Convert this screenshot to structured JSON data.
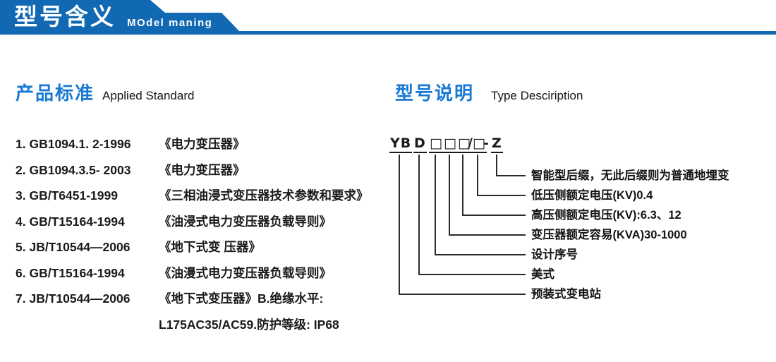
{
  "banner": {
    "title": "型号含义",
    "subtitle": "MOdel maning",
    "color": "#1168b3"
  },
  "left_section": {
    "heading_zh": "产品标准",
    "heading_en": "Applied Standard",
    "heading_color": "#1779d3",
    "items": [
      {
        "code": "1. GB1094.1. 2-1996",
        "title": "《电力变压器》"
      },
      {
        "code": "2. GB1094.3.5- 2003",
        "title": "《电力变压器》"
      },
      {
        "code": "3. GB/T6451-1999",
        "title": "《三相油浸式变压器技术参数和要求》"
      },
      {
        "code": "4. GB/T15164-1994",
        "title": "《油浸式电力变压器负载导则》"
      },
      {
        "code": "5. JB/T10544—2006",
        "title": "《地下式变 压器》"
      },
      {
        "code": "6. GB/T15164-1994",
        "title": "《油漫式电力变压器负载导则》"
      },
      {
        "code": "7. JB/T10544—2006",
        "title": "《地下式变压器》B.绝缘水平:"
      },
      {
        "code": "",
        "title": "L175AC35/AC59.防护等级: IP68"
      }
    ]
  },
  "right_section": {
    "heading_zh": "型号说明",
    "heading_en": "Type Desciription",
    "model_code": {
      "segments": [
        "YB",
        "D",
        "□",
        "□",
        "□",
        "/",
        "□",
        "-",
        "Z"
      ]
    },
    "annotations": [
      {
        "label": "智能型后缀，无此后缀则为普通地埋变"
      },
      {
        "label": "低压侧额定电压(KV)0.4"
      },
      {
        "label": "高压侧额定电压(KV):6.3、12"
      },
      {
        "label": "变压器额定容易(KVA)30-1000"
      },
      {
        "label": "设计序号"
      },
      {
        "label": "美式"
      },
      {
        "label": "预装式变电站"
      }
    ]
  }
}
